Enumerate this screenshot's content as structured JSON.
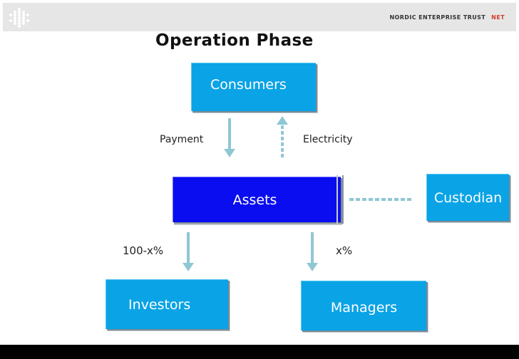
{
  "header": {
    "brand_name": "NORDIC ENTERPRISE TRUST",
    "brand_abbr": "NET",
    "logo_icon": "dot-grid-logo-icon"
  },
  "title": "Operation Phase",
  "nodes": {
    "consumers": "Consumers",
    "assets": "Assets",
    "custodian": "Custodian",
    "investors": "Investors",
    "managers": "Managers"
  },
  "edges": {
    "payment": "Payment",
    "electricity": "Electricity",
    "investors_share": "100-x%",
    "managers_share": "x%"
  },
  "colors": {
    "node_fill": "#0aa3e6",
    "assets_fill": "#0a0df0",
    "arrow": "#8fc7d3",
    "brand_accent": "#d23c2a"
  }
}
